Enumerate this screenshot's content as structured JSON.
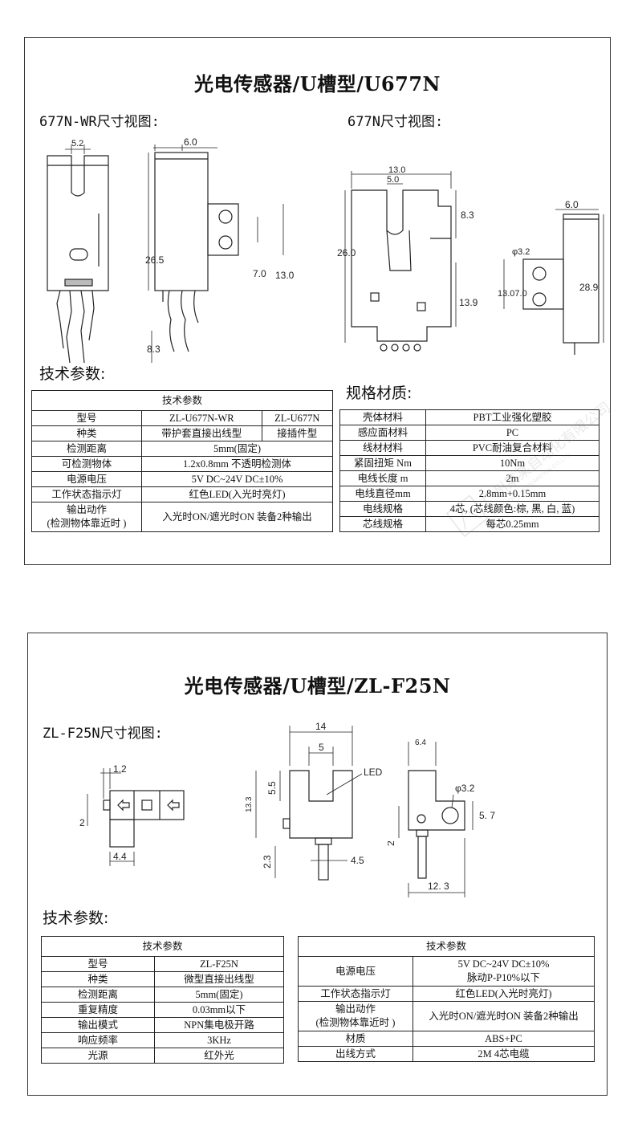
{
  "panel1": {
    "title": "光电传感器/U槽型/U677N",
    "label_wr": "677N-WR尺寸视图:",
    "label_n": "677N尺寸视图:",
    "dims_wr": {
      "w52": "5.2",
      "w60": "6.0",
      "h265": "26.5",
      "d70": "7.0",
      "d130": "13.0",
      "h83": "8.3"
    },
    "dims_n": {
      "w130": "13.0",
      "w50": "5.0",
      "h83": "8.3",
      "h260": "26.0",
      "h139": "13.9",
      "w60": "6.0",
      "dia": "φ3.2",
      "h1307": "13.07.0",
      "h289": "28.9"
    },
    "tech_heading": "技术参数:",
    "spec_heading": "规格材质:",
    "tech_table": {
      "caption": "技术参数",
      "rows": [
        [
          "型号",
          "ZL-U677N-WR",
          "ZL-U677N"
        ],
        [
          "种类",
          "带护套直接出线型",
          "接插件型"
        ],
        [
          "检测距离",
          "5mm(固定)"
        ],
        [
          "可检测物体",
          "1.2x0.8mm  不透明检测体"
        ],
        [
          "电源电压",
          "5V DC~24V DC±10%"
        ],
        [
          "工作状态指示灯",
          "红色LED(入光时亮灯)"
        ],
        [
          "输出动作",
          "(检测物体靠近时 )",
          "入光时ON/遮光时ON  装备2种输出"
        ]
      ]
    },
    "spec_table": {
      "rows": [
        [
          "壳体材料",
          "PBT工业强化塑胶"
        ],
        [
          "感应面材料",
          "PC"
        ],
        [
          "线材材料",
          "PVC耐油复合材料"
        ],
        [
          "紧固扭矩  Nm",
          "10Nm"
        ],
        [
          "电线长度  m",
          "2m"
        ],
        [
          "电线直径mm",
          "2.8mm+0.15mm"
        ],
        [
          "电线规格",
          "4芯, (芯线颜色:棕, 黑, 白, 蓝)"
        ],
        [
          "芯线规格",
          "每芯0.25mm"
        ]
      ]
    }
  },
  "panel2": {
    "title": "光电传感器/U槽型/ZL-F25N",
    "label": "ZL-F25N尺寸视图:",
    "dims_a": {
      "w12": "1.2",
      "h2": "2",
      "w44": "4.4"
    },
    "dims_b": {
      "w14": "14",
      "w5": "5",
      "h55": "5.5",
      "h133": "13.3",
      "led": "LED",
      "h23": "2.3",
      "w45": "4.5"
    },
    "dims_c": {
      "w64": "6.4",
      "dia": "φ3.2",
      "h57": "5. 7",
      "h2": "2",
      "w123": "12. 3"
    },
    "tech_heading": "技术参数:",
    "table_left": {
      "caption": "技术参数",
      "rows": [
        [
          "型号",
          "ZL-F25N"
        ],
        [
          "种类",
          "微型直接出线型"
        ],
        [
          "检测距离",
          "5mm(固定)"
        ],
        [
          "重复精度",
          "0.03mm以下"
        ],
        [
          "输出模式",
          "NPN集电极开路"
        ],
        [
          "响应频率",
          "3KHz"
        ],
        [
          "光源",
          "红外光"
        ]
      ]
    },
    "table_right": {
      "caption": "技术参数",
      "power_label": "电源电压",
      "power_v1": "5V DC~24V DC±10%",
      "power_v2": "脉动P-P10%以下",
      "led_label": "工作状态指示灯",
      "led_value": "红色LED(入光时亮灯)",
      "out_label1": "输出动作",
      "out_label2": "(检测物体靠近时 )",
      "out_value": "入光时ON/遮光时ON  装备2种输出",
      "mat_label": "材质",
      "mat_value": "ABS+PC",
      "cable_label": "出线方式",
      "cable_value": "2M    4芯电缆"
    }
  },
  "watermark": {
    "text": "广州某某自动化有限公司",
    "sub": "GUANGZHOU AUTOMATION CO.,LTD"
  }
}
